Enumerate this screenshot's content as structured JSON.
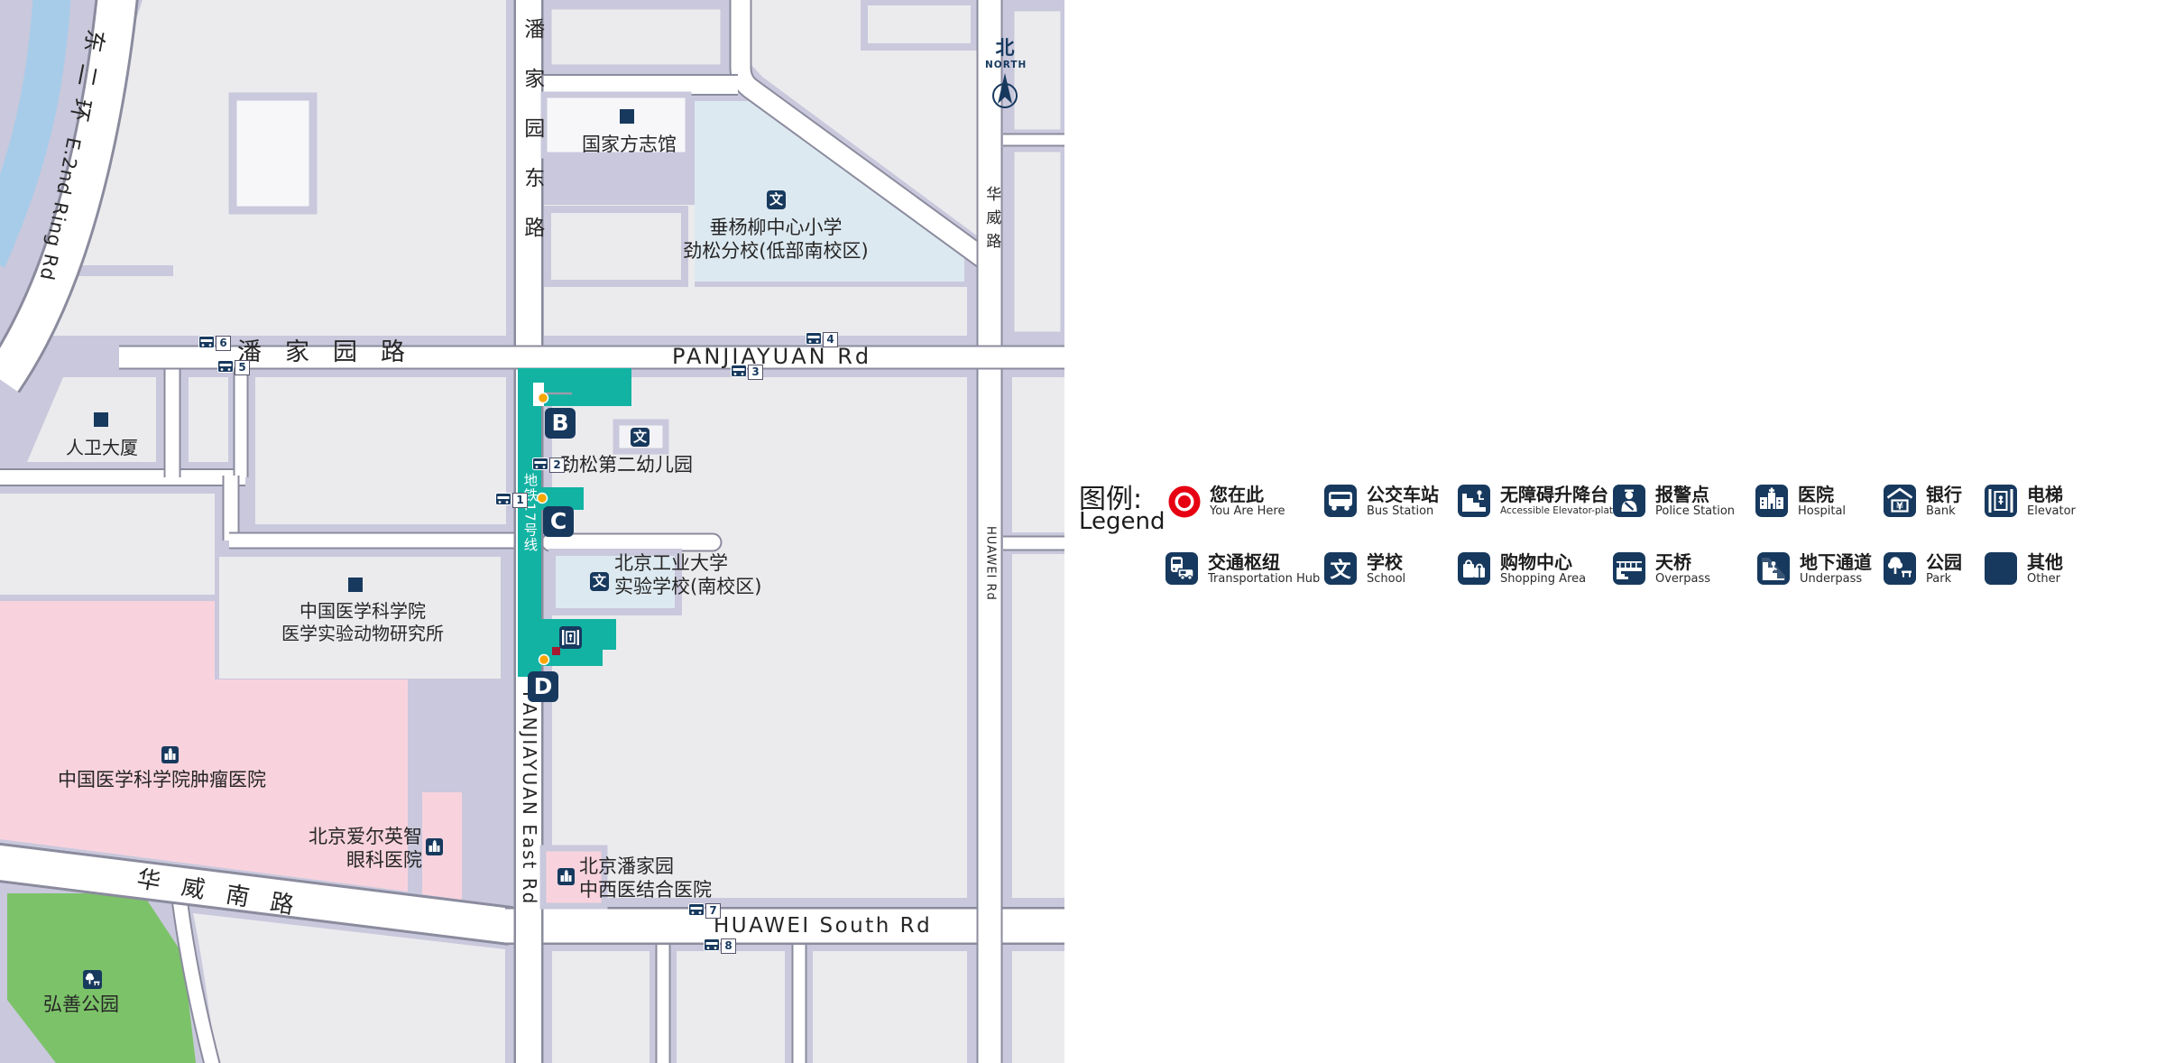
{
  "map": {
    "north": {
      "zh": "北",
      "en": "NORTH"
    },
    "station": {
      "line_label": "地铁17号线",
      "exits": [
        "B",
        "C",
        "D"
      ]
    },
    "bus_stops": [
      "1",
      "2",
      "3",
      "4",
      "5",
      "6",
      "7",
      "8"
    ],
    "roads": {
      "panjiayuan_rd_zh": "潘家园路",
      "panjiayuan_rd_en": "PANJIAYUAN Rd",
      "panjiayuan_east_rd_zh": "潘家园东路",
      "panjiayuan_east_rd_en": "PANJIAYUAN East Rd",
      "huawei_rd_zh": "华威路",
      "huawei_rd_en": "HUAWEI Rd",
      "huawei_south_rd_zh": "华威南路",
      "huawei_south_rd_en": "HUAWEI South Rd",
      "e2nd_ring_zh": "东二环",
      "e2nd_ring_en": "E.2nd Ring Rd"
    },
    "places": {
      "national_library": "国家方志馆",
      "chuiyangliu_school_1": "垂杨柳中心小学",
      "chuiyangliu_school_2": "劲松分校(低部南校区)",
      "renwei_tower": "人卫大厦",
      "jinsong_kindergarten": "劲松第二幼儿园",
      "bjut_school_1": "北京工业大学",
      "bjut_school_2": "实验学校(南校区)",
      "cams_institute_1": "中国医学科学院",
      "cams_institute_2": "医学实验动物研究所",
      "cancer_hospital": "中国医学科学院肿瘤医院",
      "aier_hospital_1": "北京爱尔英智",
      "aier_hospital_2": "眼科医院",
      "panjiayuan_hospital_1": "北京潘家园",
      "panjiayuan_hospital_2": "中西医结合医院",
      "hongshan_park": "弘善公园"
    },
    "icons": {
      "school_glyph": "文"
    }
  },
  "legend": {
    "title_zh": "图例:",
    "title_en": "Legend",
    "rows": [
      [
        {
          "zh": "您在此",
          "en": "You Are Here"
        },
        {
          "zh": "公交车站",
          "en": "Bus Station"
        },
        {
          "zh": "无障碍升降台",
          "en": "Accessible Elevator-platform"
        },
        {
          "zh": "报警点",
          "en": "Police Station"
        },
        {
          "zh": "医院",
          "en": "Hospital"
        },
        {
          "zh": "银行",
          "en": "Bank"
        },
        {
          "zh": "电梯",
          "en": "Elevator"
        }
      ],
      [
        {
          "zh": "交通枢纽",
          "en": "Transportation Hub"
        },
        {
          "zh": "学校",
          "en": "School"
        },
        {
          "zh": "购物中心",
          "en": "Shopping Area"
        },
        {
          "zh": "天桥",
          "en": "Overpass"
        },
        {
          "zh": "地下通道",
          "en": "Underpass"
        },
        {
          "zh": "公园",
          "en": "Park"
        },
        {
          "zh": "其他",
          "en": "Other"
        }
      ]
    ]
  },
  "colors": {
    "station_teal": "#12b3a3",
    "icon_navy": "#17395e",
    "hospital_pink": "#f8d3de",
    "park_green": "#7cc269",
    "school_blue": "#dde9f0",
    "river_blue": "#a7cce9",
    "sidewalk_lavender": "#c9c8dc",
    "block_grey": "#ebebee",
    "you_are_here_red": "#e60012",
    "entrance_orange": "#f7a600"
  }
}
